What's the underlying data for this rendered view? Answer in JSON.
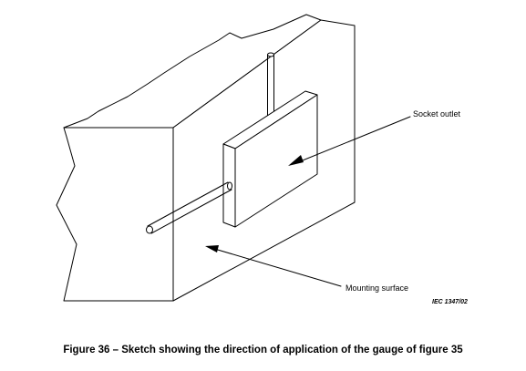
{
  "labels": {
    "socket_outlet": "Socket outlet",
    "mounting_surface": "Mounting surface",
    "iec_ref": "IEC  1347/02"
  },
  "caption": "Figure 36 – Sketch showing the direction of application of the gauge of figure 35",
  "colors": {
    "line": "#000000",
    "background": "#ffffff"
  }
}
